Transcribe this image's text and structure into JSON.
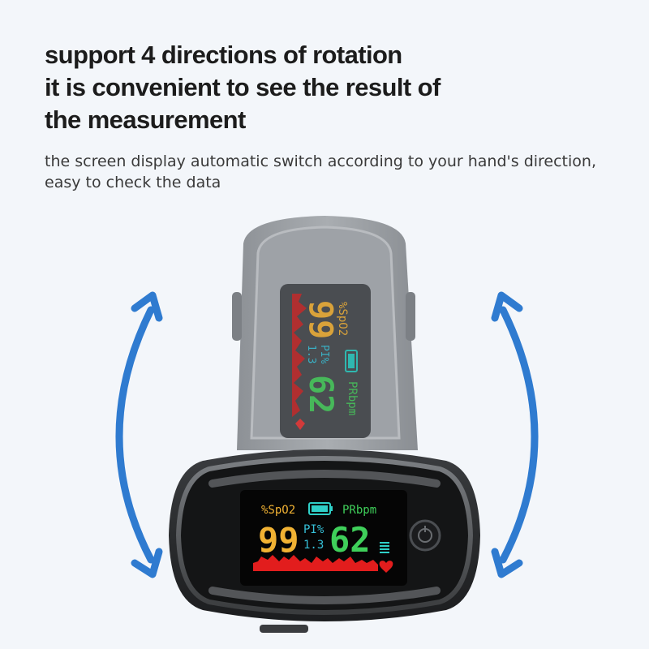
{
  "headline": {
    "line1": "support 4 directions of rotation",
    "line2": "it is convenient to see the result of",
    "line3": "the measurement"
  },
  "subtext": {
    "line1": "the screen display automatic switch according to your hand's direction,",
    "line2": "easy to check the data"
  },
  "colors": {
    "arrow": "#2f7bd0",
    "spo2": "#f1b233",
    "pulse": "#3fcf5a",
    "pi": "#36c0d8",
    "wave": "#e21d1d",
    "battery": "#2fd0c8"
  },
  "device_front": {
    "spo2_label": "%SpO2",
    "pr_label": "PRbpm",
    "spo2_value": "99",
    "pi_label": "PI%",
    "pi_value": "1.3",
    "pr_value": "62"
  },
  "device_back": {
    "spo2_label": "%SpO2",
    "pr_label": "PRbpm",
    "spo2_value": "99",
    "pi_label": "PI%",
    "pi_value": "1.3",
    "pr_value": "62"
  },
  "icons": {
    "left_arrow": "curved-double-arrow-icon",
    "right_arrow": "curved-double-arrow-icon",
    "battery": "battery-icon",
    "heart": "heart-icon",
    "power": "power-button-icon"
  }
}
